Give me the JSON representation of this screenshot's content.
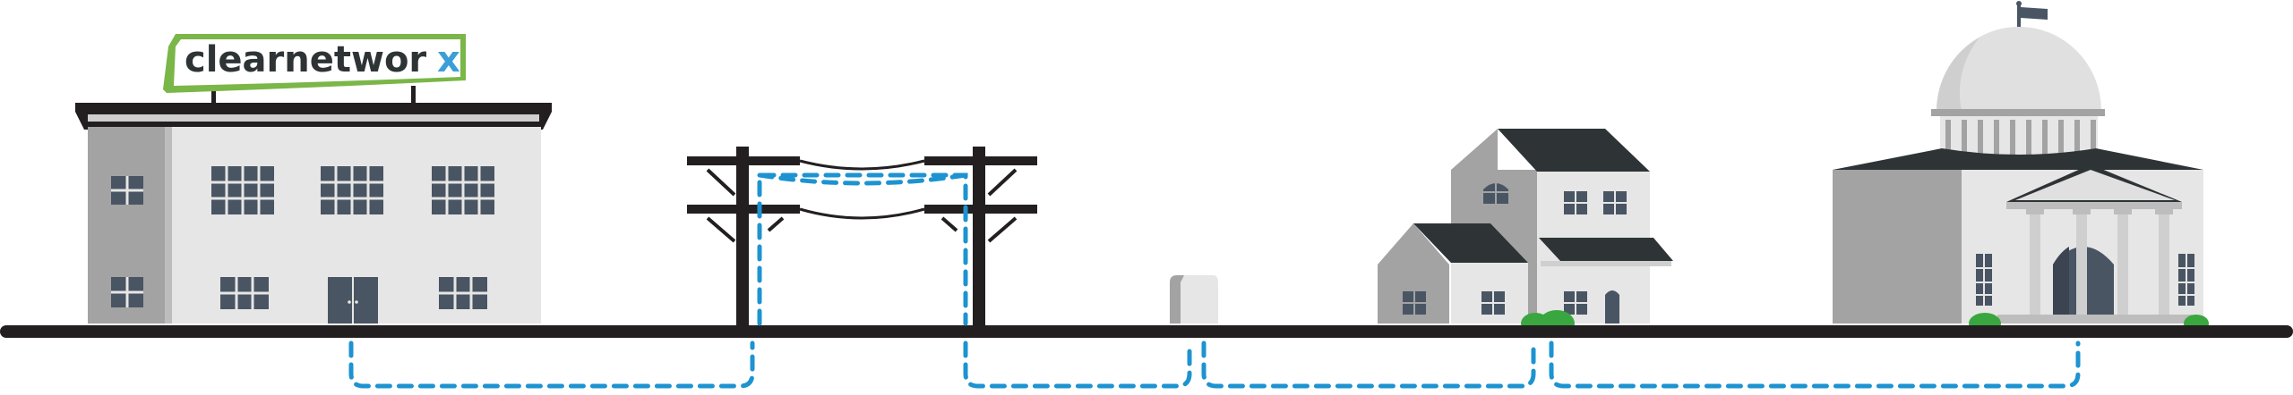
{
  "logo": {
    "brand_main": "clearnetwor",
    "brand_accent": "x"
  },
  "colors": {
    "ground": "#231f20",
    "dark_roof": "#2e3436",
    "building_light": "#e6e6e6",
    "building_mid": "#bdbdbd",
    "building_shadow": "#a3a3a3",
    "window": "#4a5563",
    "cable_blue": "#1d93d0",
    "logo_green": "#7ab648",
    "bush_green": "#3aa63f",
    "brand_blue": "#3a9fd8"
  },
  "scene": {
    "elements": [
      "office-building",
      "utility-poles",
      "junction-box",
      "house",
      "capitol-building",
      "underground-fiber-line"
    ]
  }
}
